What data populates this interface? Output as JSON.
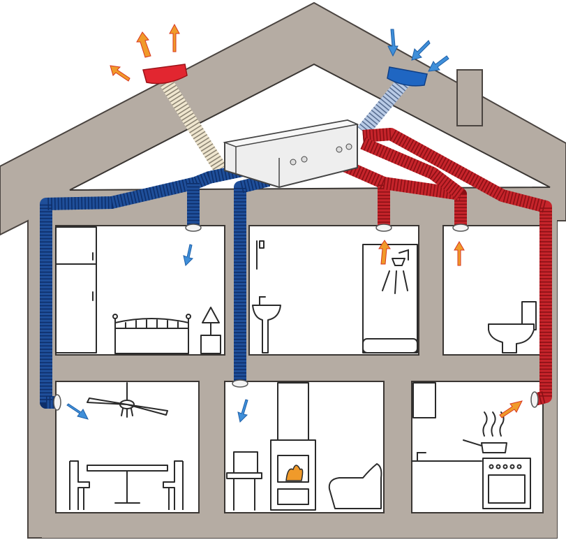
{
  "diagram": {
    "subject": "house-ventilation-heat-recovery",
    "colors": {
      "supply_duct": "#1f4f9a",
      "extract_duct": "#c6242b",
      "exhaust_duct": "#efe6cf",
      "intake_duct": "#b9cbe6",
      "wall": "#b5aca3",
      "supply_arrow": "#3f8fd9",
      "extract_arrow": "#f09a2a"
    },
    "rooms": [
      {
        "name": "bedroom",
        "duct": "supply"
      },
      {
        "name": "bathroom",
        "duct": "extract"
      },
      {
        "name": "toilet",
        "duct": "extract"
      },
      {
        "name": "dining-room",
        "duct": "supply"
      },
      {
        "name": "living-room",
        "duct": "supply"
      },
      {
        "name": "kitchen",
        "duct": "extract"
      }
    ],
    "icons": [
      "heat-recovery-unit",
      "roof-exhaust-vent",
      "roof-intake-vent",
      "ceiling-fan-icon",
      "shower-icon",
      "fireplace-icon",
      "stove-icon"
    ]
  }
}
